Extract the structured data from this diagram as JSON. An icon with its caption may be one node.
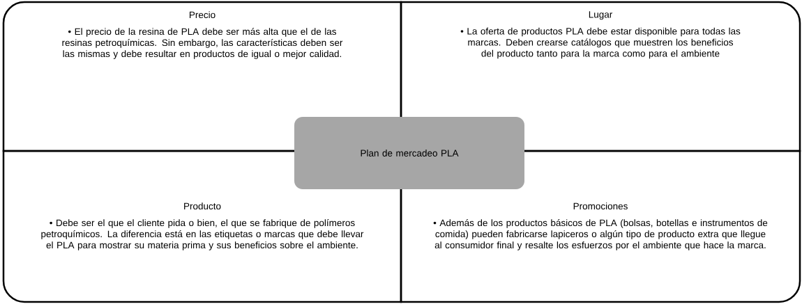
{
  "diagram": {
    "nodes": [
      {
        "text": [
          "Precio",
          "• El precio de la resina de PLA debe ser más alta que el de las resinas petroquímicas. Sin embargo, las características deben ser las mismas y debe resultar en productos de igual o mejor calidad."
        ]
      },
      {
        "text": [
          "Lugar",
          "• La oferta de productos PLA debe estar disponible para todas las marcas. Deben crearse catálogos que muestren los beneficios del producto tanto para la marca como para el ambiente"
        ]
      },
      {
        "text": [
          "Producto",
          "• Debe ser el que el cliente pida o bien, el que se fabrique de polímeros petroquímicos. La diferencia está en las etiquetas o marcas que debe llevar el PLA para mostrar su materia prima y sus beneficios sobre el ambiente."
        ]
      },
      {
        "text": [
          "Promociones",
          "• Además de los productos básicos de PLA (bolsas, botellas e instrumentos de comida) pueden fabricarse lapiceros o algún tipo de producto extra que llegue al consumidor final y resalte los esfuerzos por el ambiente que hace la marca."
        ]
      },
      {
        "text": [
          "Plan de mercadeo PLA"
        ]
      }
    ]
  }
}
